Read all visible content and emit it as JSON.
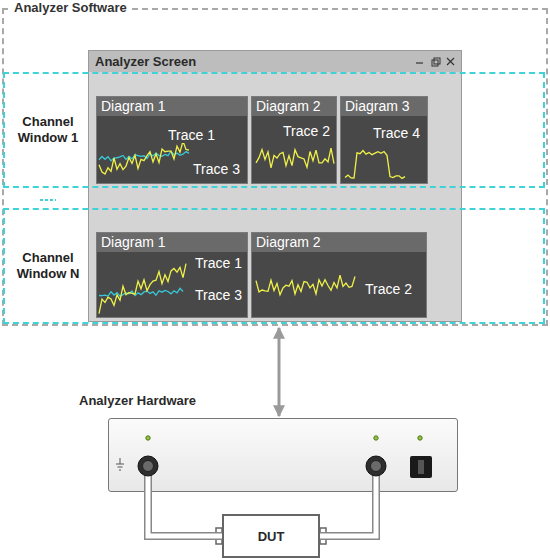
{
  "diagram": {
    "nodes": [
      {
        "text": [
          "Analyzer Software"
        ]
      },
      {
        "text": [
          "Analyzer Screen"
        ],
        "in": 0
      },
      {
        "text": [
          "Channel Window 1"
        ],
        "in": 0
      },
      {
        "text": [
          "Diagram 1",
          "Trace 1",
          "Trace 3"
        ],
        "in": 2
      },
      {
        "text": [
          "Diagram 2",
          "Trace 2"
        ],
        "in": 2
      },
      {
        "text": [
          "Diagram 3",
          "Trace 4"
        ],
        "in": 2
      },
      {
        "text": [
          "Channel Window N"
        ],
        "in": 0
      },
      {
        "text": [
          "Diagram 1",
          "Trace 1",
          "Trace 3"
        ],
        "in": 6
      },
      {
        "text": [
          "Diagram 2",
          "Trace 2"
        ],
        "in": 6
      },
      {
        "text": [
          "Analyzer Hardware"
        ]
      },
      {
        "text": [
          "DUT"
        ]
      }
    ],
    "edges": [
      {
        "from": 0,
        "to": 9,
        "arrow": "both"
      },
      {
        "from": 9,
        "to": 10,
        "arrow": "none"
      },
      {
        "from": 9,
        "to": 10,
        "arrow": "none"
      }
    ]
  }
}
